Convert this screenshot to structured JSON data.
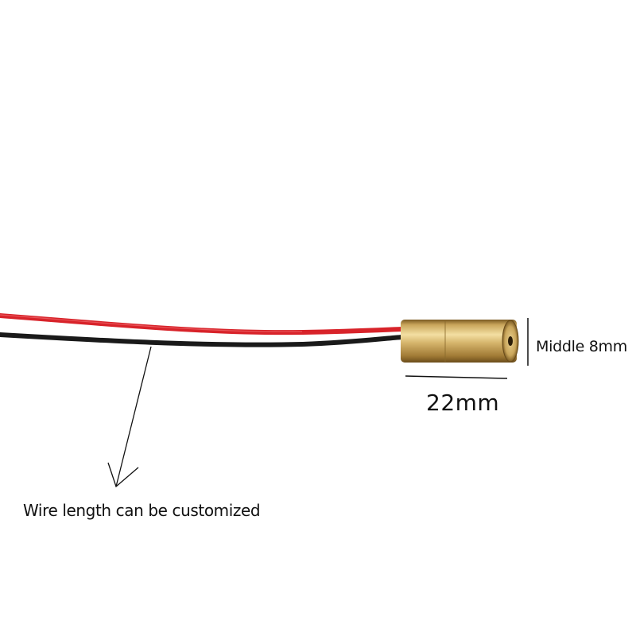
{
  "product": {
    "module_body_color": "#c9a55a",
    "red_wire_color": "#d8232a",
    "black_wire_color": "#1a1a1a"
  },
  "annotations": {
    "height_dimension": "Middle 8mm",
    "length_dimension": "22mm",
    "wire_note": "Wire length can be customized"
  }
}
